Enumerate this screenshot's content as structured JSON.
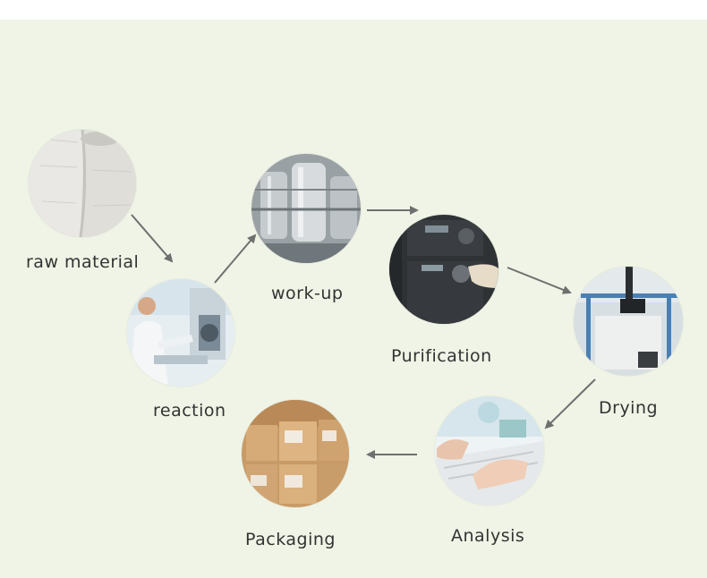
{
  "steps": {
    "raw_material": "raw material",
    "reaction": "reaction",
    "workup": "work-up",
    "purification": "Purification",
    "drying": "Drying",
    "analysis": "Analysis",
    "packaging": "Packaging"
  },
  "colors": {
    "background": "#eff4e6",
    "arrow": "#6f6f6f",
    "label": "#333333"
  }
}
